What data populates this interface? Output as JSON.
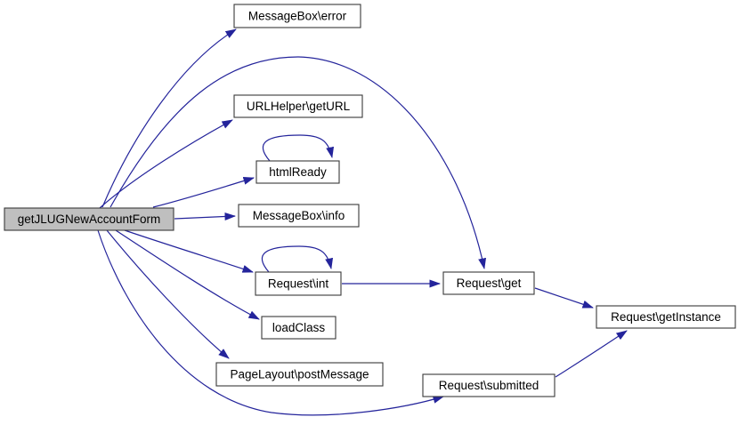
{
  "diagram": {
    "type": "call-graph",
    "root": "getJLUGNewAccountForm",
    "colors": {
      "background": "#ffffff",
      "edge": "#24249b",
      "node_border": "#3a3a3a",
      "node_fill": "#ffffff",
      "root_fill": "#bfbfbf",
      "text": "#000000"
    },
    "nodes": [
      {
        "id": "main",
        "label": "getJLUGNewAccountForm",
        "role": "root"
      },
      {
        "id": "error",
        "label": "MessageBox\\error"
      },
      {
        "id": "geturl",
        "label": "URLHelper\\getURL"
      },
      {
        "id": "htmlready",
        "label": "htmlReady"
      },
      {
        "id": "info",
        "label": "MessageBox\\info"
      },
      {
        "id": "int",
        "label": "Request\\int"
      },
      {
        "id": "loadclass",
        "label": "loadClass"
      },
      {
        "id": "postmessage",
        "label": "PageLayout\\postMessage"
      },
      {
        "id": "get",
        "label": "Request\\get"
      },
      {
        "id": "getinstance",
        "label": "Request\\getInstance"
      },
      {
        "id": "submitted",
        "label": "Request\\submitted"
      }
    ],
    "edges": [
      {
        "from": "main",
        "to": "error"
      },
      {
        "from": "main",
        "to": "geturl"
      },
      {
        "from": "main",
        "to": "htmlready"
      },
      {
        "from": "main",
        "to": "info"
      },
      {
        "from": "main",
        "to": "int"
      },
      {
        "from": "main",
        "to": "loadclass"
      },
      {
        "from": "main",
        "to": "postmessage"
      },
      {
        "from": "main",
        "to": "get"
      },
      {
        "from": "main",
        "to": "submitted"
      },
      {
        "from": "htmlready",
        "to": "htmlready",
        "self": true
      },
      {
        "from": "int",
        "to": "int",
        "self": true
      },
      {
        "from": "int",
        "to": "get"
      },
      {
        "from": "get",
        "to": "getinstance"
      },
      {
        "from": "submitted",
        "to": "getinstance"
      }
    ]
  }
}
